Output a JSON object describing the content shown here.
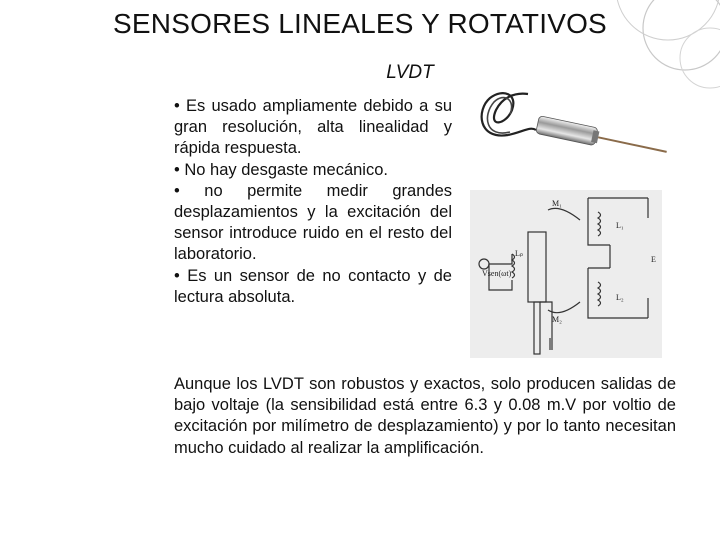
{
  "title": "SENSORES LINEALES Y ROTATIVOS",
  "subtitle": "LVDT",
  "bullets": [
    "• Es usado ampliamente debido a su gran resolución, alta linealidad y rápida respuesta.",
    "• No hay desgaste  mecánico.",
    "• no permite medir grandes desplazamientos y la excitación del sensor introduce ruido en el resto del laboratorio.",
    "• Es un sensor de no contacto y de lectura absoluta."
  ],
  "paragraph": "Aunque los LVDT son robustos y exactos, solo producen salidas de bajo voltaje (la sensibilidad está entre 6.3 y 0.08 m.V por voltio de excitación por milímetro de desplazamiento) y por lo tanto necesitan mucho cuidado al realizar la amplificación.",
  "schematic": {
    "m1": "M₁",
    "m2": "M₂",
    "l1": "L₁",
    "l2": "L₂",
    "lp": "Lₚ",
    "source": "Vsen(ωt)",
    "output": "E"
  },
  "colors": {
    "deco": "#b8b8b8",
    "text": "#111111"
  }
}
